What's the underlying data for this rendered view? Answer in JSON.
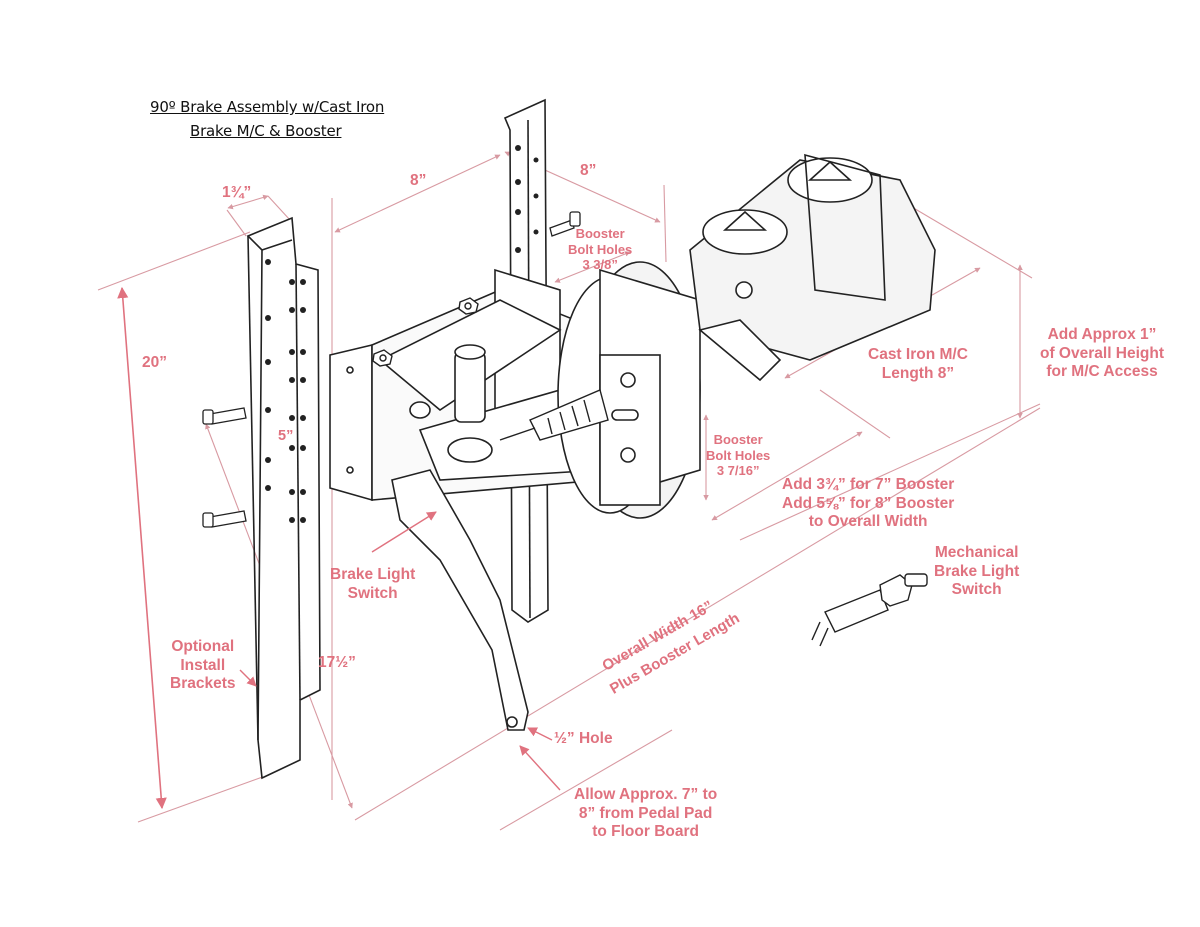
{
  "title": {
    "line1": "90º Brake Assembly w/Cast Iron",
    "line2": "Brake M/C & Booster"
  },
  "dimensions": {
    "bracket_width": "1¾”",
    "bracket_gap": "8”",
    "bracket_to_booster": "8”",
    "height": "20”",
    "hole_spacing": "5”",
    "pedal_length": "17½”"
  },
  "labels": {
    "booster_bolt_holes_top": [
      "Booster",
      "Bolt Holes",
      "3 3/8”"
    ],
    "booster_bolt_holes_side": [
      "Booster",
      "Bolt Holes",
      "3 7/16”"
    ],
    "cast_iron_mc": [
      "Cast Iron M/C",
      "Length 8”"
    ],
    "mc_access": [
      "Add Approx 1”",
      "of Overall Height",
      "for M/C Access"
    ],
    "booster_width": [
      "Add 3¾” for 7” Booster",
      "Add 5⅝” for 8” Booster",
      "to Overall Width"
    ],
    "mech_switch": [
      "Mechanical",
      "Brake Light",
      "Switch"
    ],
    "brake_light_switch": [
      "Brake Light",
      "Switch"
    ],
    "optional_brackets": [
      "Optional",
      "Install",
      "Brackets"
    ],
    "overall_width": [
      "Overall Width 16”",
      "Plus Booster Length"
    ],
    "half_hole": "½” Hole",
    "pedal_pad": [
      "Allow Approx. 7” to",
      "8” from Pedal Pad",
      "to Floor Board"
    ]
  },
  "colors": {
    "annotation": "#e0727f",
    "dim_line": "#d89aa2",
    "drawing": "#222222"
  }
}
